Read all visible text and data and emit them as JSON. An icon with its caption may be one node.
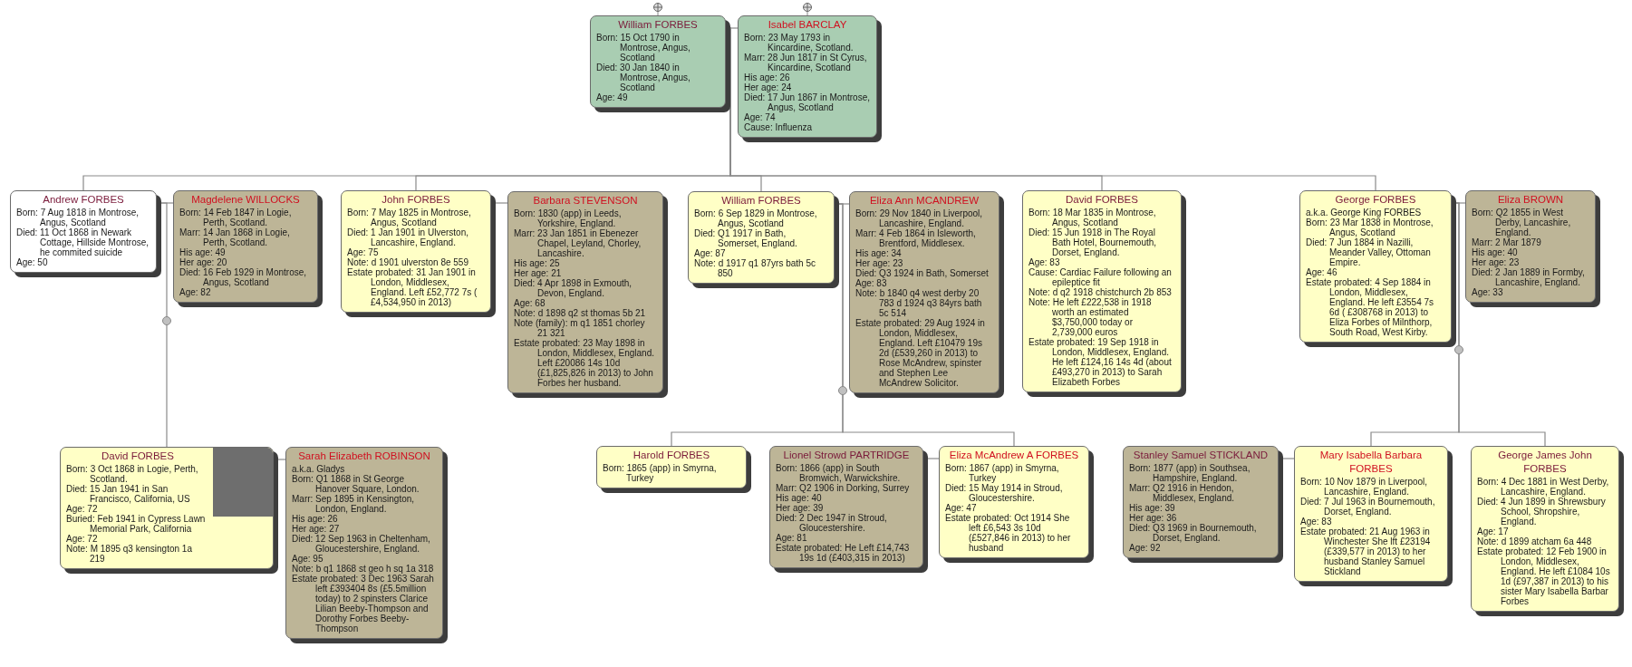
{
  "diagram": {
    "nodes": [
      {
        "text": [
          "William FORBES",
          "Born: 15 Oct 1790 in Montrose, Angus, Scotland",
          "Died: 30 Jan 1840 in Montrose, Angus, Scotland",
          "Age: 49"
        ]
      },
      {
        "text": [
          "Isabel BARCLAY",
          "Born: 23 May 1793 in Kincardine, Scotland.",
          "Marr: 28 Jun 1817 in St Cyrus, Kincardine, Scotland",
          "His age: 26",
          "Her age: 24",
          "Died: 17 Jun 1867 in Montrose, Angus, Scotland",
          "Age: 74",
          "Cause: Influenza"
        ]
      },
      {
        "text": [
          "Andrew FORBES",
          "Born: 7 Aug 1818 in Montrose, Angus, Scotland",
          "Died: 11 Oct 1868 in Newark Cottage, Hillside Montrose, he commited suicide",
          "Age: 50"
        ]
      },
      {
        "text": [
          "Magdelene WILLOCKS",
          "Born: 14 Feb 1847 in Logie, Perth, Scotland.",
          "Marr: 14 Jan 1868 in Logie, Perth, Scotland.",
          "His age: 49",
          "Her age: 20",
          "Died: 16 Feb 1929 in Montrose, Angus, Scotland",
          "Age: 82"
        ]
      },
      {
        "text": [
          "John FORBES",
          "Born: 7 May 1825 in Montrose, Angus, Scotland",
          "Died: 1 Jan 1901 in Ulverston, Lancashire, England.",
          "Age: 75",
          "Note: d 1901 ulverston 8e 559",
          "Estate probated: 31 Jan 1901 in London, Middlesex, England. Left £52,772 7s ( £4,534,950 in 2013)"
        ]
      },
      {
        "text": [
          "Barbara STEVENSON",
          "Born: 1830 (app) in Leeds, Yorkshire, England.",
          "Marr: 23 Jan 1851 in Ebenezer Chapel, Leyland, Chorley, Lancashire.",
          "His age: 25",
          "Her age: 21",
          "Died: 4 Apr 1898 in Exmouth, Devon, England.",
          "Age: 68",
          "Note: d 1898 q2 st thomas 5b 21",
          "Note (family): m q1 1851 chorley 21 321",
          "Estate probated: 23 May 1898 in London, Middlesex, England. Left £20086 14s 10d (£1,825,826 in 2013) to John Forbes her husband."
        ]
      },
      {
        "text": [
          "William FORBES",
          "Born: 6 Sep 1829 in Montrose, Angus, Scotland",
          "Died: Q1 1917 in Bath, Somerset, England.",
          "Age: 87",
          "Note: d 1917 q1 87yrs bath 5c 850"
        ]
      },
      {
        "text": [
          "Eliza Ann MCANDREW",
          "Born: 29 Nov 1840 in Liverpool, Lancashire, England.",
          "Marr: 4 Feb 1864 in Isleworth, Brentford, Middlesex.",
          "His age: 34",
          "Her age: 23",
          "Died: Q3 1924 in Bath, Somerset",
          "Age: 83",
          "Note: b 1840 q4 west derby 20 783 d 1924 q3 84yrs bath 5c 514",
          "Estate probated: 29 Aug 1924 in London, Middlesex, England. Left £10479 19s 2d (£539,260 in 2013) to Rose McAndrew, spinster and Stephen Lee McAndrew Solicitor."
        ]
      },
      {
        "text": [
          "David FORBES",
          "Born: 18 Mar 1835 in Montrose, Angus, Scotland",
          "Died: 15 Jun 1918 in The Royal Bath Hotel, Bournemouth, Dorset, England.",
          "Age: 83",
          "Cause: Cardiac Failure following an epileptice fit",
          "Note: d q2 1918 chistchurch 2b 853",
          "Note: He left £222,538 in 1918 worth an estimated $3,750,000 today or 2,739,000 euros",
          "Estate probated: 19 Sep 1918 in London, Middlesex, England. He left £124,16 14s 4d (about £493,270 in 2013) to Sarah Elizabeth Forbes"
        ]
      },
      {
        "text": [
          "George FORBES",
          "a.k.a. George King FORBES",
          "Born: 23 Mar 1838 in Montrose, Angus, Scotland",
          "Died: 7 Jun 1884 in Nazilli, Meander Valley, Ottoman Empire.",
          "Age: 46",
          "Estate probated: 4 Sep 1884 in London, Middlesex, England. He left £3554 7s 6d ( £308768 in 2013) to Eliza Forbes of Milnthorp, South Road, West Kirby."
        ]
      },
      {
        "text": [
          "Eliza BROWN",
          "Born: Q2 1855 in West Derby, Lancashire, England.",
          "Marr: 2 Mar 1879",
          "His age: 40",
          "Her age: 23",
          "Died: 2 Jan 1889 in Formby, Lancashire, England.",
          "Age: 33"
        ]
      },
      {
        "text": [
          "David FORBES",
          "Born: 3 Oct 1868 in Logie, Perth, Scotland.",
          "Died: 15 Jan 1941 in San Francisco, California, US",
          "Age: 72",
          "Buried: Feb 1941 in Cypress Lawn Memorial Park, California",
          "Age: 72",
          "Note: M 1895 q3 kensington 1a 219"
        ]
      },
      {
        "text": [
          "Sarah Elizabeth ROBINSON",
          "a.k.a. Gladys",
          "Born: Q1 1868 in St George Hanover Square, London.",
          "Marr: Sep 1895 in Kensington, London, England.",
          "His age: 26",
          "Her age: 27",
          "Died: 12 Sep 1963 in Cheltenham, Gloucestershire, England.",
          "Age: 95",
          "Note: b q1 1868 st geo h sq 1a 318",
          "Estate probated: 3 Dec 1963 Sarah left £393404 8s (£5.5million today) to 2 spinsters Clarice Lilian Beeby-Thompson and Dorothy Forbes Beeby-Thompson"
        ]
      },
      {
        "text": [
          "Harold FORBES",
          "Born: 1865 (app) in Smyrna, Turkey"
        ]
      },
      {
        "text": [
          "Lionel Strowd PARTRIDGE",
          "Born: 1866 (app) in South Bromwich, Warwickshire.",
          "Marr: Q2 1906 in Dorking, Surrey",
          "His age: 40",
          "Her age: 39",
          "Died: 2 Dec 1947 in Stroud, Gloucestershire.",
          "Age: 81",
          "Estate probated: He Left £14,743 19s 1d (£403,315 in 2013)"
        ]
      },
      {
        "text": [
          "Eliza McAndrew A FORBES",
          "Born: 1867 (app) in Smyrna, Turkey",
          "Died: 15 May 1914 in Stroud, Gloucestershire.",
          "Age: 47",
          "Estate probated: Oct 1914 She left £6,543 3s 10d (£527,846 in 2013) to her husband"
        ]
      },
      {
        "text": [
          "Stanley Samuel STICKLAND",
          "Born: 1877 (app) in Southsea, Hampshire, England.",
          "Marr: Q2 1916 in Hendon, Middlesex, England.",
          "His age: 39",
          "Her age: 36",
          "Died: Q3 1969 in Bournemouth, Dorset, England.",
          "Age: 92"
        ]
      },
      {
        "text": [
          "Mary Isabella Barbara FORBES",
          "Born: 10 Nov 1879 in Liverpool, Lancashire, England.",
          "Died: 7 Jul 1963 in Bournemouth, Dorset, England.",
          "Age: 83",
          "Estate probated: 21 Aug 1963 in Winchester She lft £23194 (£339,577 in 2013) to her husband Stanley Samuel Stickland"
        ]
      },
      {
        "text": [
          "George James John FORBES",
          "Born: 4 Dec 1881 in West Derby, Lancashire, England.",
          "Died: 4 Jun 1899 in Shrewsbury School, Shropshire, England.",
          "Age: 17",
          "Note: d 1899 atcham 6a 448",
          "Estate probated: 12 Feb 1900 in London, Middlesex, England. He left £1084 10s 1d (£97,387 in 2013) to his sister Mary Isabella Barbar Forbes"
        ]
      }
    ],
    "edges": [
      {
        "from": 0,
        "to": 1,
        "arrow": "none"
      },
      {
        "from": 2,
        "to": 3,
        "arrow": "none"
      },
      {
        "from": 4,
        "to": 5,
        "arrow": "none"
      },
      {
        "from": 6,
        "to": 7,
        "arrow": "none"
      },
      {
        "from": 9,
        "to": 10,
        "arrow": "none"
      },
      {
        "from": 11,
        "to": 12,
        "arrow": "none"
      },
      {
        "from": 14,
        "to": 15,
        "arrow": "none"
      },
      {
        "from": 16,
        "to": 17,
        "arrow": "none"
      },
      {
        "from": 0,
        "to": 2,
        "arrow": "none"
      },
      {
        "from": 0,
        "to": 4,
        "arrow": "none"
      },
      {
        "from": 0,
        "to": 6,
        "arrow": "none"
      },
      {
        "from": 0,
        "to": 8,
        "arrow": "none"
      },
      {
        "from": 0,
        "to": 9,
        "arrow": "none"
      },
      {
        "from": 2,
        "to": 11,
        "arrow": "none"
      },
      {
        "from": 6,
        "to": 13,
        "arrow": "none"
      },
      {
        "from": 6,
        "to": 15,
        "arrow": "none"
      },
      {
        "from": 9,
        "to": 17,
        "arrow": "none"
      },
      {
        "from": 9,
        "to": 18,
        "arrow": "none"
      }
    ]
  }
}
